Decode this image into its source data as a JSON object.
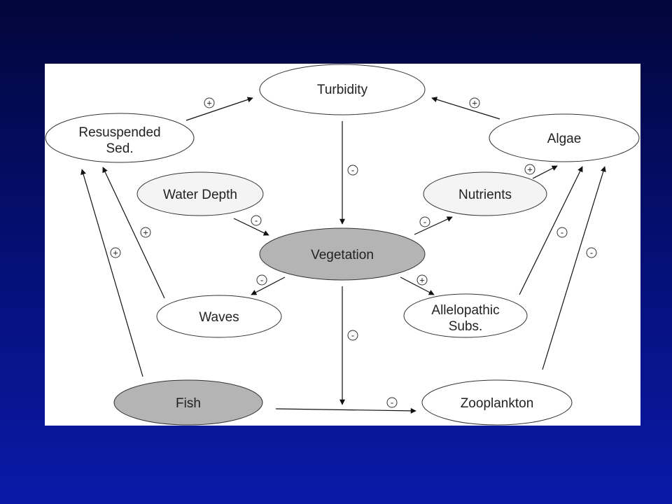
{
  "colors": {
    "background_top": "#02063a",
    "background_bottom": "#0a1aa8",
    "panel": "#ffffff",
    "node_fill": "#ffffff",
    "node_fill_light": "#f4f4f4",
    "node_fill_shaded": "#b4b4b4",
    "stroke": "#333333"
  },
  "nodes": {
    "turbidity": "Turbidity",
    "resuspended_sed_1": "Resuspended",
    "resuspended_sed_2": "Sed.",
    "algae": "Algae",
    "water_depth": "Water Depth",
    "nutrients": "Nutrients",
    "vegetation": "Vegetation",
    "waves": "Waves",
    "allelopathic_1": "Allelopathic",
    "allelopathic_2": "Subs.",
    "fish": "Fish",
    "zooplankton": "Zooplankton"
  },
  "signs": {
    "resuspended_to_turbidity": "+",
    "algae_to_turbidity": "+",
    "turbidity_to_vegetation": "-",
    "nutrients_to_algae": "+",
    "water_depth_to_vegetation": "-",
    "vegetation_to_nutrients": "-",
    "waves_to_resuspended": "+",
    "fish_to_resuspended": "+",
    "vegetation_to_waves": "-",
    "vegetation_to_allelopathic": "+",
    "allelopathic_to_algae": "-",
    "zooplankton_to_algae": "-",
    "vegetation_to_fish_zoo": "-",
    "fish_to_zooplankton": "-"
  }
}
